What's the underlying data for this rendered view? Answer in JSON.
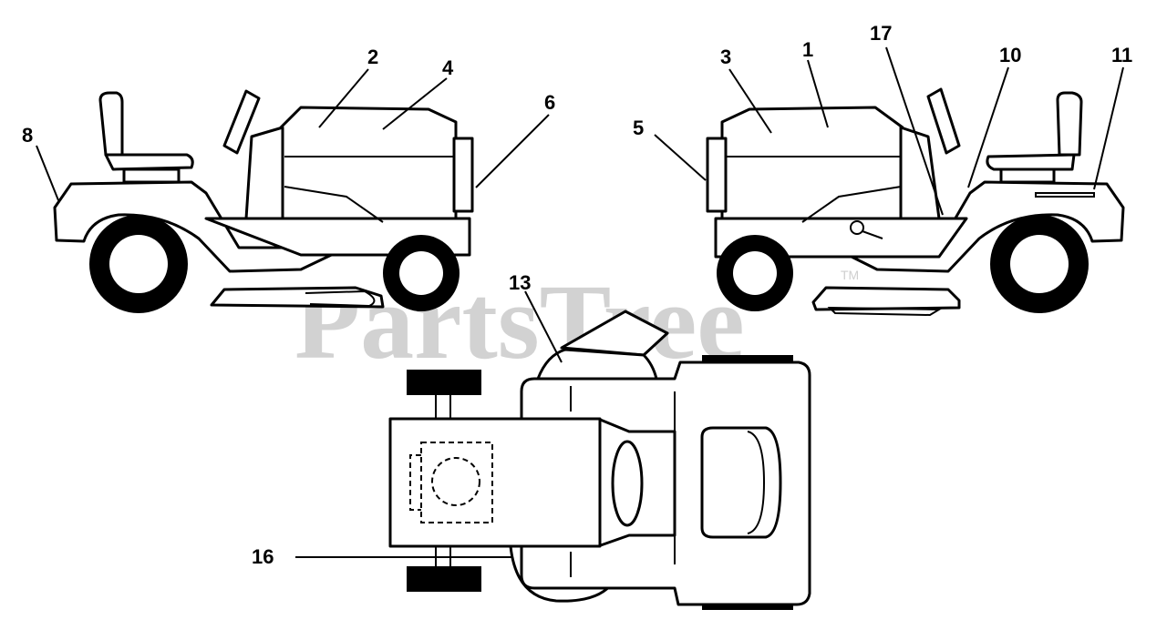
{
  "watermark": {
    "text": "PartsTree",
    "trademark": "TM"
  },
  "callouts": [
    {
      "id": "c1",
      "label": "1"
    },
    {
      "id": "c2",
      "label": "2"
    },
    {
      "id": "c3",
      "label": "3"
    },
    {
      "id": "c4",
      "label": "4"
    },
    {
      "id": "c5",
      "label": "5"
    },
    {
      "id": "c6",
      "label": "6"
    },
    {
      "id": "c8",
      "label": "8"
    },
    {
      "id": "c10",
      "label": "10"
    },
    {
      "id": "c11",
      "label": "11"
    },
    {
      "id": "c13",
      "label": "13"
    },
    {
      "id": "c16",
      "label": "16"
    },
    {
      "id": "c17",
      "label": "17"
    }
  ],
  "colors": {
    "line": "#000000",
    "watermark": "#d2d2d2",
    "background": "#ffffff"
  }
}
